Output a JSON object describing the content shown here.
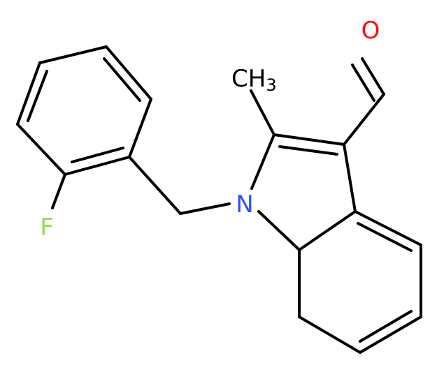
{
  "atoms": {
    "oxygen": {
      "label": "O",
      "color": "#ff0d0d"
    },
    "methyl": {
      "label": "CH",
      "subscript": "3",
      "color": "#000000"
    },
    "nitrogen": {
      "label": "N",
      "color": "#3050f8"
    },
    "fluorine": {
      "label": "F",
      "color": "#90e050"
    }
  },
  "bond_color": "#000000"
}
